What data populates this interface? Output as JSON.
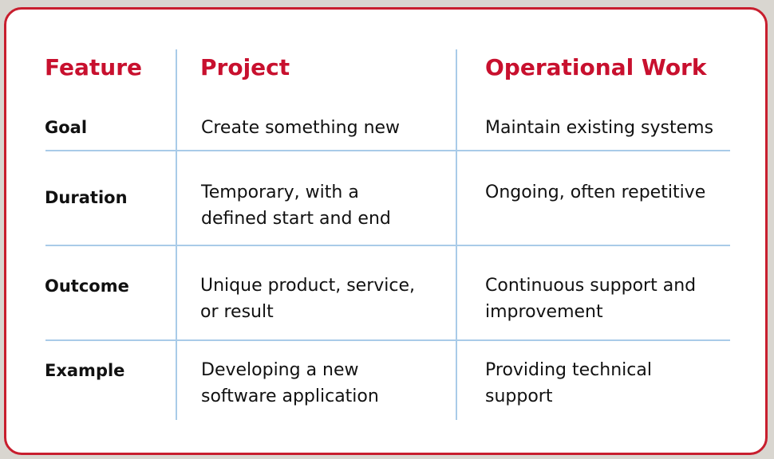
{
  "table": {
    "headers": [
      "Feature",
      "Project",
      "Operational Work"
    ],
    "rows": [
      {
        "feature": "Goal",
        "project": [
          "Create something new"
        ],
        "operational": [
          "Maintain existing systems"
        ]
      },
      {
        "feature": "Duration",
        "project": [
          "Temporary, with a",
          "defined start and end"
        ],
        "operational": [
          "Ongoing, often repetitive"
        ]
      },
      {
        "feature": "Outcome",
        "project": [
          "Unique product, service,",
          "or result"
        ],
        "operational": [
          "Continuous support and",
          "improvement"
        ]
      },
      {
        "feature": "Example",
        "project": [
          "Developing a new",
          "software application"
        ],
        "operational": [
          "Providing technical",
          "support"
        ]
      }
    ]
  },
  "colors": {
    "accent": "#c8102e",
    "border": "#c81e2e",
    "gridline": "#a9cbe8",
    "text": "#111111"
  }
}
